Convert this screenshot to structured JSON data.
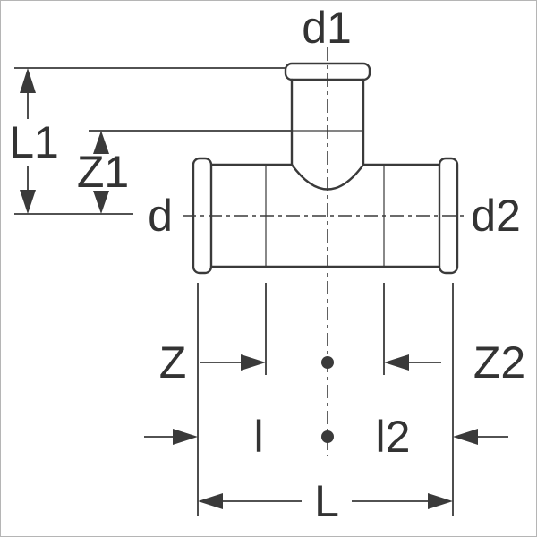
{
  "drawing": {
    "labels": {
      "d1": "d1",
      "L1": "L1",
      "Z1": "Z1",
      "d": "d",
      "d2": "d2",
      "Z": "Z",
      "Z2": "Z2",
      "l": "l",
      "l2": "l2",
      "L": "L"
    },
    "colors": {
      "line": "#3a3a3a",
      "background": "#ffffff",
      "frame": "#b5b5b5"
    }
  }
}
